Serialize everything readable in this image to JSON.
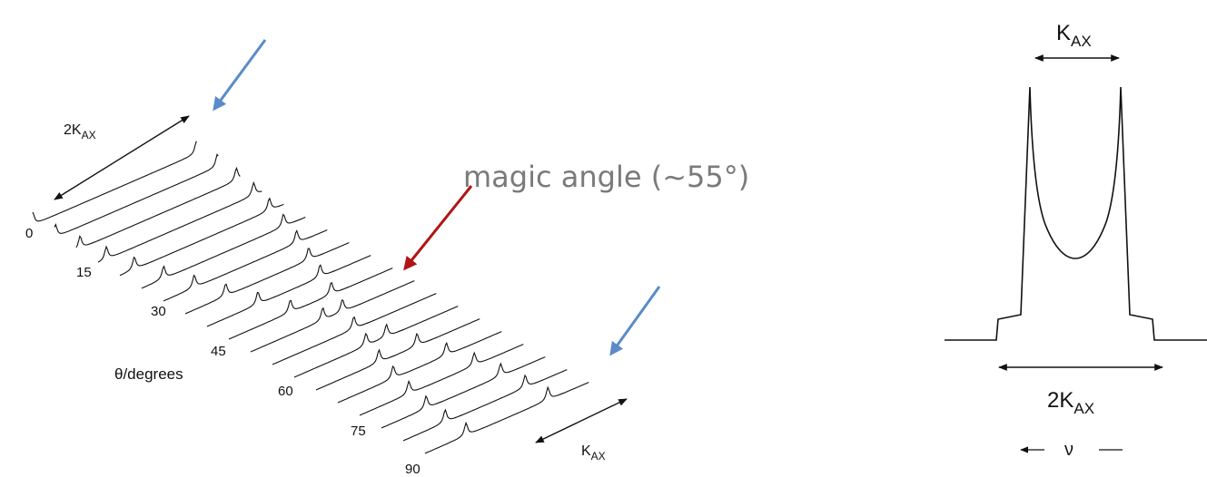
{
  "left_panel": {
    "angle_ticks": [
      "0",
      "15",
      "30",
      "45",
      "60",
      "75",
      "90"
    ],
    "angle_label": "θ/degrees",
    "two_k_label": {
      "main": "2K",
      "sub": "AX"
    },
    "k_label": {
      "main": "K",
      "sub": "AX"
    },
    "annotation": "magic angle (~55°)"
  },
  "right_panel": {
    "k_label": {
      "main": "K",
      "sub": "AX"
    },
    "two_k_label": {
      "main": "2K",
      "sub": "AX"
    },
    "nu_label": "ν"
  },
  "colors": {
    "ink": "#111111",
    "annotation_text": "#7a7a7a",
    "blue_arrow": "#5b8bc9",
    "red_arrow": "#b01515"
  }
}
